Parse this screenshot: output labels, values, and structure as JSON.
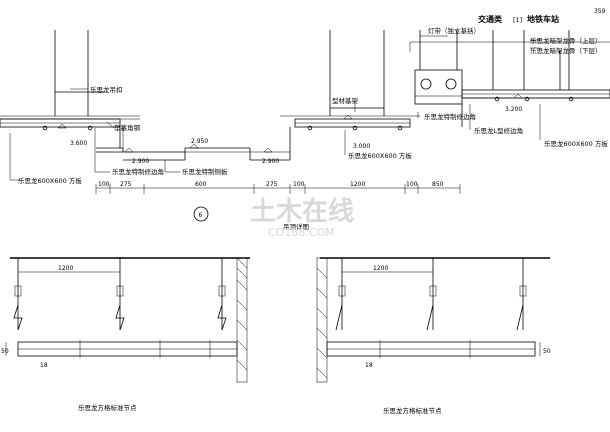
{
  "header": {
    "category": "交通类",
    "sub": "[1]",
    "station": "地铁车站",
    "page_no": "359"
  },
  "section": {
    "labels": {
      "hanger_clip": "乐思龙吊扣",
      "plastic_angle": "塑塞角钢",
      "special_edge": "乐思龙特制修边角",
      "special_side_board": "乐思龙特制侧板",
      "square_board_left": "乐思龙600X600 方板",
      "keel_frame": "型材基架",
      "square_board_mid": "乐思龙600X600 方板",
      "light_strip": "灯带（独立基括）",
      "hidden_keel_main": "乐思龙暗架龙骨（上层）",
      "hidden_keel_sub": "乐思龙暗架龙骨（下层）",
      "special_edge_right": "乐思龙特制修边角",
      "l_edge": "乐思龙L型修边角",
      "square_board_right": "乐思龙600X600 方板"
    },
    "levels": [
      "3.600",
      "2.900",
      "2.950",
      "2.900",
      "3.000",
      "3.200"
    ],
    "dims": [
      "100",
      "275",
      "600",
      "275",
      "100",
      "1200",
      "100",
      "850"
    ],
    "marker": "6",
    "caption": "吊顶详图"
  },
  "watermark": {
    "main": "土木在线",
    "url": "CO188.COM"
  },
  "detail_left": {
    "span": "1200",
    "height": "50",
    "offset": "18",
    "caption": "乐思龙方格标准节点"
  },
  "detail_right": {
    "span": "1200",
    "height": "50",
    "offset": "18",
    "caption": "乐思龙方格标准节点"
  }
}
